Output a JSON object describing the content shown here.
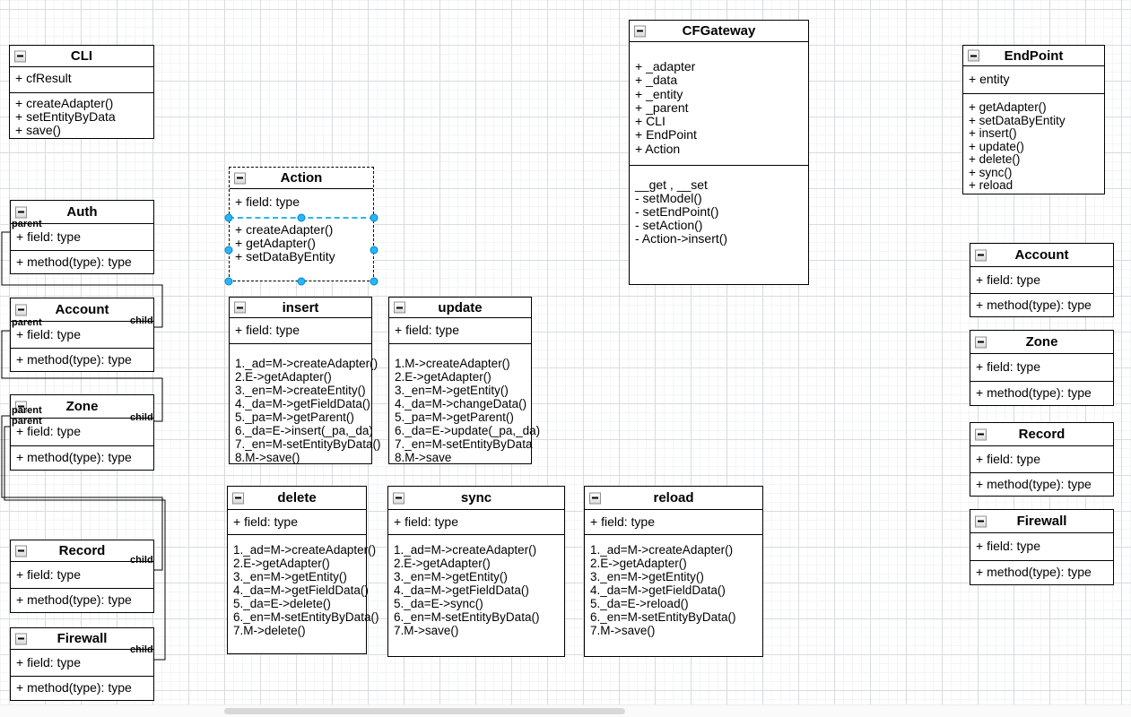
{
  "selection": {
    "color": "#29b6f2",
    "selected_class": "Action"
  },
  "edge_labels": {
    "parent": "parent",
    "child": "child"
  },
  "classes": [
    {
      "title": "CLI",
      "fields": [
        "+ cfResult"
      ],
      "methods": [
        "+ createAdapter()",
        "+ setEntityByData",
        "+ save()"
      ]
    },
    {
      "title": "Auth",
      "fields": [
        "+ field: type"
      ],
      "methods": [
        "+ method(type): type"
      ]
    },
    {
      "title": "Account",
      "fields": [
        "+ field: type"
      ],
      "methods": [
        "+ method(type): type"
      ]
    },
    {
      "title": "Zone",
      "fields": [
        "+ field: type"
      ],
      "methods": [
        "+ method(type): type"
      ]
    },
    {
      "title": "Record",
      "fields": [
        "+ field: type"
      ],
      "methods": [
        "+ method(type): type"
      ]
    },
    {
      "title": "Firewall",
      "fields": [
        "+ field: type"
      ],
      "methods": [
        "+ method(type): type"
      ]
    },
    {
      "title": "Action",
      "fields": [
        "+ field: type"
      ],
      "methods": [
        "+ createAdapter()",
        "+ getAdapter()",
        "+ setDataByEntity"
      ]
    },
    {
      "title": "insert",
      "fields": [
        "+ field: type"
      ],
      "methods": [
        "1._ad=M->createAdapter()",
        "2.E->getAdapter()",
        "3._en=M->createEntity()",
        "4._da=M->getFieldData()",
        "5._pa=M->getParent()",
        "6._da=E->insert(_pa,_da)",
        "7._en=M-setEntityByData()",
        "8.M->save()"
      ]
    },
    {
      "title": "update",
      "fields": [
        "+ field: type"
      ],
      "methods": [
        "1.M->createAdapter()",
        "2.E->getAdapter()",
        "3._en=M->getEntity()",
        "4._da=M->changeData()",
        "5._pa=M->getParent()",
        "6._da=E->update(_pa,_da)",
        "7._en=M-setEntityByData",
        "8.M->save"
      ]
    },
    {
      "title": "delete",
      "fields": [
        "+ field: type"
      ],
      "methods": [
        "1._ad=M->createAdapter()",
        "2.E->getAdapter()",
        "3._en=M->getEntity()",
        "4._da=M->getFieldData()",
        "5._da=E->delete()",
        "6._en=M-setEntityByData()",
        "7.M->delete()"
      ]
    },
    {
      "title": "sync",
      "fields": [
        "+ field: type"
      ],
      "methods": [
        "1._ad=M->createAdapter()",
        "2.E->getAdapter()",
        "3._en=M->getEntity()",
        "4._da=M->getFieldData()",
        "5._da=E->sync()",
        "6._en=M-setEntityByData()",
        "7.M->save()"
      ]
    },
    {
      "title": "reload",
      "fields": [
        "+ field: type"
      ],
      "methods": [
        "1._ad=M->createAdapter()",
        "2.E->getAdapter()",
        "3._en=M->getEntity()",
        "4._da=M->getFieldData()",
        "5._da=E->reload()",
        "6._en=M-setEntityByData()",
        "7.M->save()"
      ]
    },
    {
      "title": "CFGateway",
      "fields": [
        "+ _adapter",
        "+ _data",
        "+ _entity",
        "+ _parent",
        "+ CLI",
        "+ EndPoint",
        "+ Action"
      ],
      "methods": [
        "__get , __set",
        "- setModel()",
        "- setEndPoint()",
        "- setAction()",
        "- Action->insert()"
      ]
    },
    {
      "title": "EndPoint",
      "fields": [
        "+  entity"
      ],
      "methods": [
        "+ getAdapter()",
        "+ setDataByEntity",
        "+ insert()",
        "+ update()",
        "+ delete()",
        "+ sync()",
        "+ reload"
      ]
    },
    {
      "title": "Account",
      "fields": [
        "+ field: type"
      ],
      "methods": [
        "+ method(type): type"
      ]
    },
    {
      "title": "Zone",
      "fields": [
        "+ field: type"
      ],
      "methods": [
        "+ method(type): type"
      ]
    },
    {
      "title": "Record",
      "fields": [
        "+ field: type"
      ],
      "methods": [
        "+ method(type): type"
      ]
    },
    {
      "title": "Firewall",
      "fields": [
        "+ field: type"
      ],
      "methods": [
        "+ method(type): type"
      ]
    }
  ]
}
